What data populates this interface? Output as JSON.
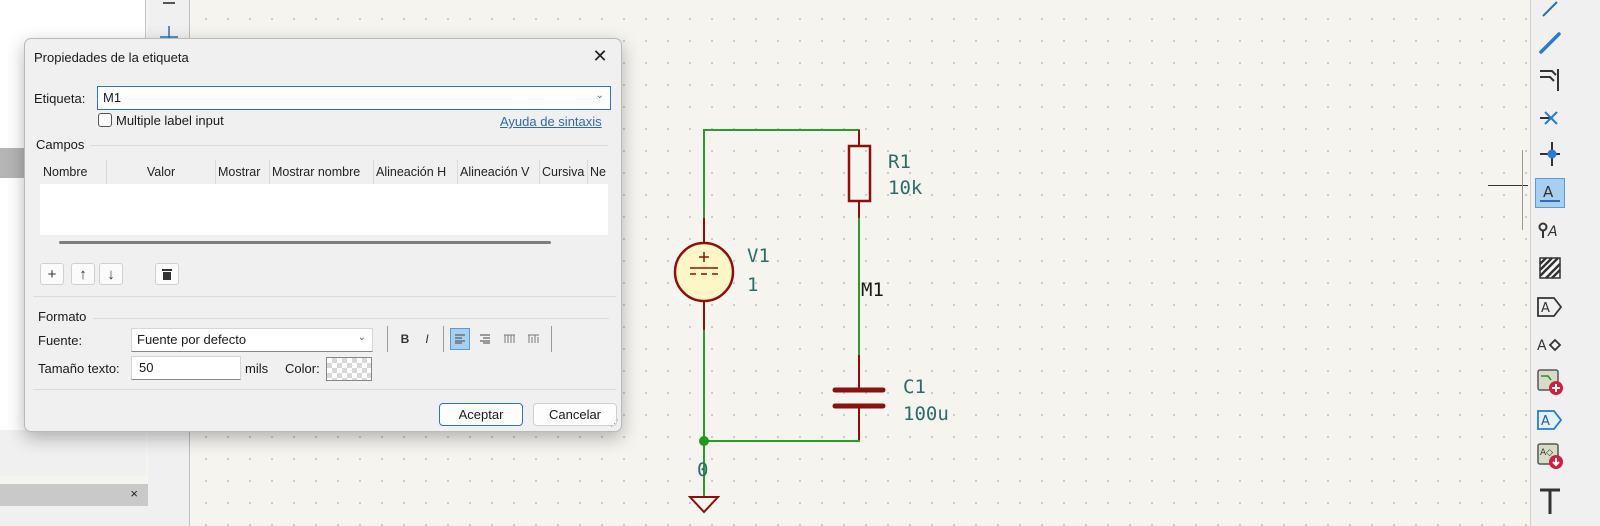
{
  "dialog": {
    "title": "Propiedades de la etiqueta",
    "close_icon": "close-icon",
    "label_field": {
      "label": "Etiqueta:",
      "value": "M1"
    },
    "multiple_label_input": {
      "label": "Multiple label input",
      "checked": false
    },
    "syntax_help_link": "Ayuda de sintaxis",
    "fields_group": {
      "title": "Campos",
      "columns": [
        "Nombre",
        "Valor",
        "Mostrar",
        "Mostrar nombre",
        "Alineación H",
        "Alineación V",
        "Cursiva",
        "Ne"
      ],
      "rows": []
    },
    "field_buttons": [
      "add-icon",
      "move-up-icon",
      "move-down-icon",
      "delete-icon"
    ],
    "format_group": {
      "title": "Formato",
      "font_label": "Fuente:",
      "font_value": "Fuente por defecto",
      "bold_label": "B",
      "italic_label": "I",
      "text_size_label": "Tamaño texto:",
      "text_size_value": "50",
      "text_size_unit": "mils",
      "color_label": "Color:"
    },
    "ok_button": "Aceptar",
    "cancel_button": "Cancelar"
  },
  "schematic": {
    "components": [
      {
        "ref": "R1",
        "value": "10k"
      },
      {
        "ref": "V1",
        "value": "1"
      },
      {
        "ref": "C1",
        "value": "100u"
      }
    ],
    "net_label": "M1",
    "ground_net": "0",
    "colors": {
      "wire": "#2e9a2e",
      "component": "#8b1111",
      "text": "#2e6b6b",
      "source_fill": "#fff6c8"
    }
  },
  "right_toolbar": {
    "items": [
      "line-icon",
      "wire-icon",
      "bus-entry-icon",
      "no-connect-icon",
      "junction-icon",
      "net-label-icon",
      "net-class-directive-icon",
      "rule-area-icon",
      "global-label-icon",
      "hierarchical-label-icon",
      "add-sheet-icon",
      "sheet-pin-icon",
      "import-sheet-pin-icon",
      "text-icon"
    ],
    "active_index": 5
  },
  "left_panel": {
    "close_label": "×"
  }
}
